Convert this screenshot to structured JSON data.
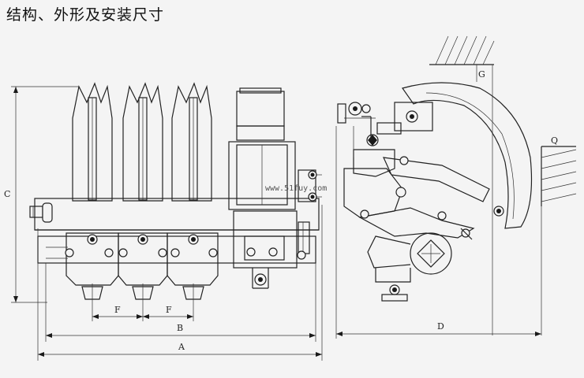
{
  "title": "结构、外形及安装尺寸",
  "watermark": "www.51fuy.com",
  "dimensions": {
    "a": "A",
    "b": "B",
    "c": "C",
    "d": "D",
    "f1": "F",
    "f2": "F",
    "g": "G",
    "q": "Q"
  },
  "colors": {
    "line": "#222222",
    "background": "#f4f4f4"
  }
}
